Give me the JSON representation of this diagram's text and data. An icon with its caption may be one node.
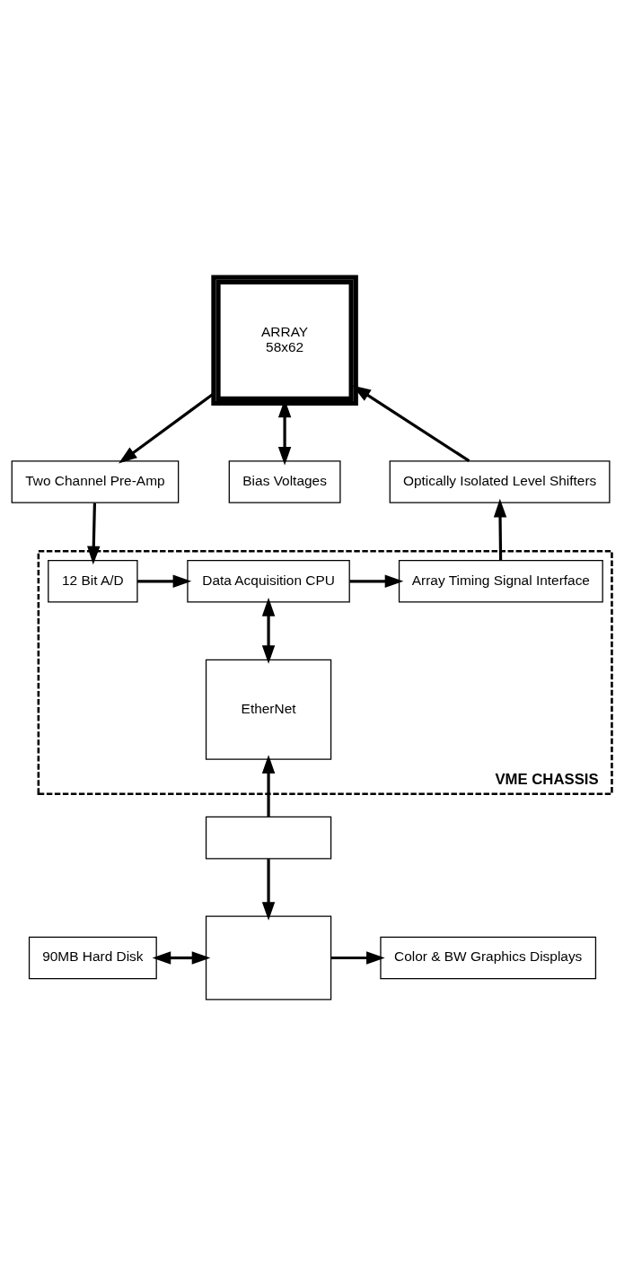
{
  "diagram": {
    "nodes": [
      {
        "text": [
          "ARRAY",
          "58x62"
        ]
      },
      {
        "text": [
          "Two Channel Pre-Amp"
        ]
      },
      {
        "text": [
          "Bias Voltages"
        ]
      },
      {
        "text": [
          "Optically Isolated Level Shifters"
        ]
      },
      {
        "text": [
          "VME CHASSIS"
        ]
      },
      {
        "text": [
          "12 Bit A/D"
        ],
        "in": 4
      },
      {
        "text": [
          "Data Acquisition CPU"
        ],
        "in": 4
      },
      {
        "text": [
          "Array Timing Signal Interface"
        ],
        "in": 4
      },
      {
        "text": [
          "EtherNet"
        ],
        "in": 4
      },
      {
        "text": [],
        "shape": "box"
      },
      {
        "text": [
          "90MB Hard Disk"
        ]
      },
      {
        "text": [],
        "shape": "box"
      },
      {
        "text": [
          "Color & BW Graphics Displays"
        ]
      }
    ],
    "edges": [
      {
        "from": 0,
        "to": 1,
        "arrow": "to"
      },
      {
        "from": 0,
        "to": 2,
        "arrow": "both"
      },
      {
        "from": 3,
        "to": 0,
        "arrow": "to"
      },
      {
        "from": 1,
        "to": 5,
        "arrow": "to"
      },
      {
        "from": 5,
        "to": 6,
        "arrow": "to"
      },
      {
        "from": 6,
        "to": 7,
        "arrow": "to"
      },
      {
        "from": 7,
        "to": 3,
        "arrow": "to"
      },
      {
        "from": 6,
        "to": 8,
        "arrow": "both"
      },
      {
        "from": 9,
        "to": 8,
        "arrow": "to"
      },
      {
        "from": 9,
        "to": 11,
        "arrow": "to"
      },
      {
        "from": 10,
        "to": 11,
        "arrow": "both"
      },
      {
        "from": 11,
        "to": 12,
        "arrow": "to"
      }
    ]
  }
}
